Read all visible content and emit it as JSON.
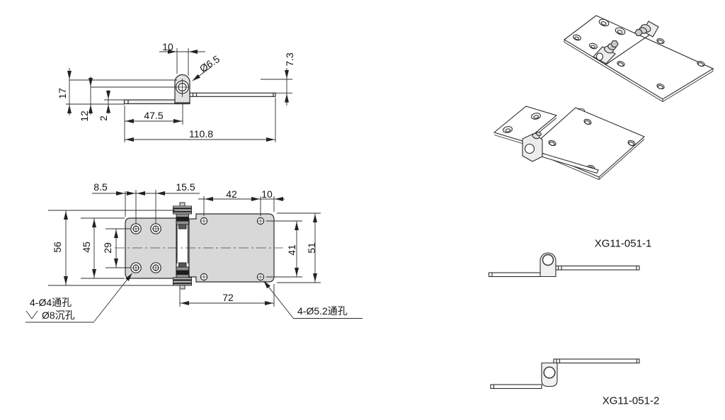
{
  "side_view": {
    "dim_top_width": "10",
    "dim_hole": "Ø6.5",
    "dim_right_height": "7.3",
    "dim_left_height": "17",
    "dim_left_inner": "12",
    "dim_thickness": "2",
    "dim_left_length": "47.5",
    "dim_total_length": "110.8"
  },
  "plan_view": {
    "dim_edge_offset": "8.5",
    "dim_hole_pitch": "15.5",
    "dim_right_pitch": "42",
    "dim_right_edge": "10",
    "dim_overall_width": "56",
    "dim_left_plate_width": "45",
    "dim_left_hole_pitch": "29",
    "dim_right_hole_pitch": "41",
    "dim_right_plate_width": "51",
    "dim_right_length": "72",
    "note_left_line1": "4-Ø4通孔",
    "note_left_line2": "Ø8沉孔",
    "note_right": "4-Ø5.2通孔"
  },
  "parts": {
    "part1_label": "XG11-051-1",
    "part2_label": "XG11-051-2"
  }
}
